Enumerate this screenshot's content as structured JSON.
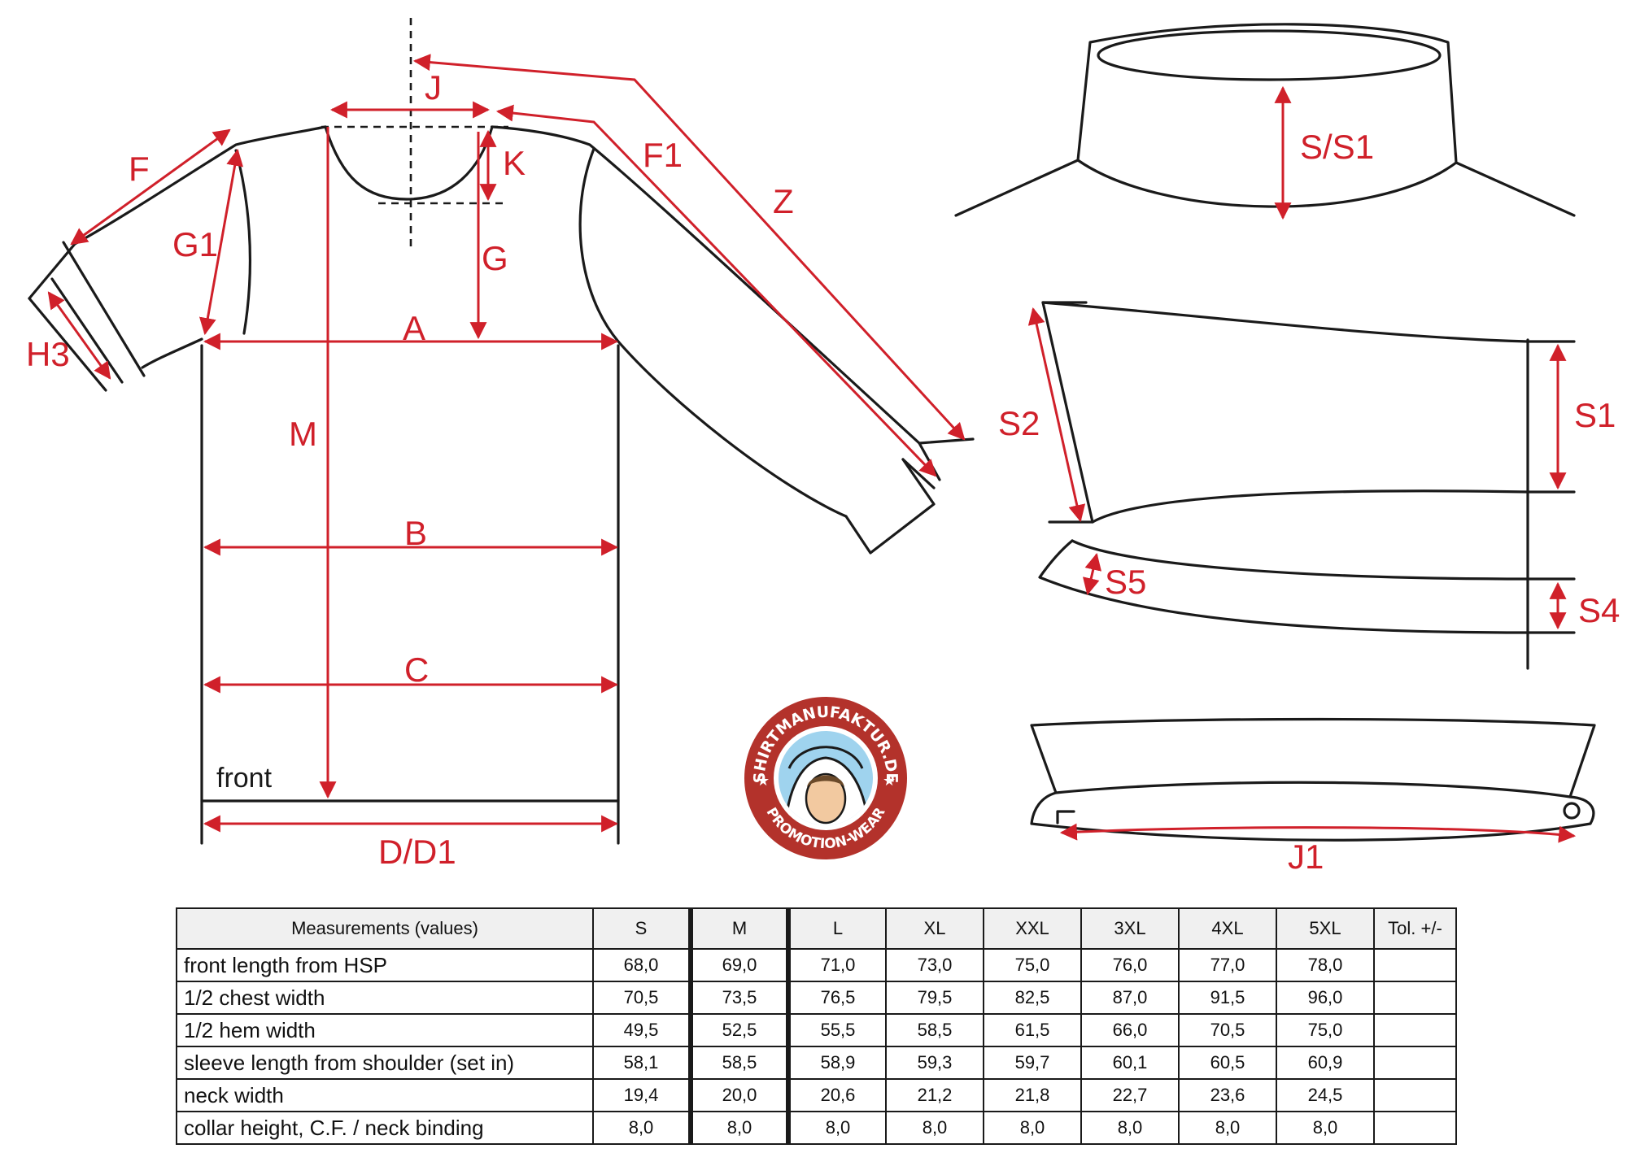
{
  "diagram": {
    "labels": {
      "J": "J",
      "F": "F",
      "F1": "F1",
      "K": "K",
      "Z": "Z",
      "G": "G",
      "G1": "G1",
      "H3": "H3",
      "A": "A",
      "M": "M",
      "B": "B",
      "C": "C",
      "D": "D/D1",
      "S_S1": "S/S1",
      "S1": "S1",
      "S2": "S2",
      "S4": "S4",
      "S5": "S5",
      "J1": "J1"
    },
    "front_label": "front",
    "logo_top_text": "SHIRTMANUFAKTUR.DE",
    "logo_bottom_text": "PROMOTION-WEAR"
  },
  "colors": {
    "measure_red": "#d0202a",
    "outline": "#1a1a1a",
    "logo_ring": "#b3322b",
    "logo_center": "#9fd3ee"
  },
  "table": {
    "header_label": "Measurements (values)",
    "sizes": [
      "S",
      "M",
      "L",
      "XL",
      "XXL",
      "3XL",
      "4XL",
      "5XL"
    ],
    "tol_header": "Tol. +/-",
    "rows": [
      {
        "label": "front length from HSP",
        "values": [
          "68,0",
          "69,0",
          "71,0",
          "73,0",
          "75,0",
          "76,0",
          "77,0",
          "78,0"
        ],
        "tol": ""
      },
      {
        "label": "1/2 chest width",
        "values": [
          "70,5",
          "73,5",
          "76,5",
          "79,5",
          "82,5",
          "87,0",
          "91,5",
          "96,0"
        ],
        "tol": ""
      },
      {
        "label": "1/2 hem width",
        "values": [
          "49,5",
          "52,5",
          "55,5",
          "58,5",
          "61,5",
          "66,0",
          "70,5",
          "75,0"
        ],
        "tol": ""
      },
      {
        "label": "sleeve length from shoulder (set in)",
        "values": [
          "58,1",
          "58,5",
          "58,9",
          "59,3",
          "59,7",
          "60,1",
          "60,5",
          "60,9"
        ],
        "tol": ""
      },
      {
        "label": "neck width",
        "values": [
          "19,4",
          "20,0",
          "20,6",
          "21,2",
          "21,8",
          "22,7",
          "23,6",
          "24,5"
        ],
        "tol": ""
      },
      {
        "label": "collar height, C.F. / neck binding",
        "values": [
          "8,0",
          "8,0",
          "8,0",
          "8,0",
          "8,0",
          "8,0",
          "8,0",
          "8,0"
        ],
        "tol": ""
      }
    ]
  }
}
